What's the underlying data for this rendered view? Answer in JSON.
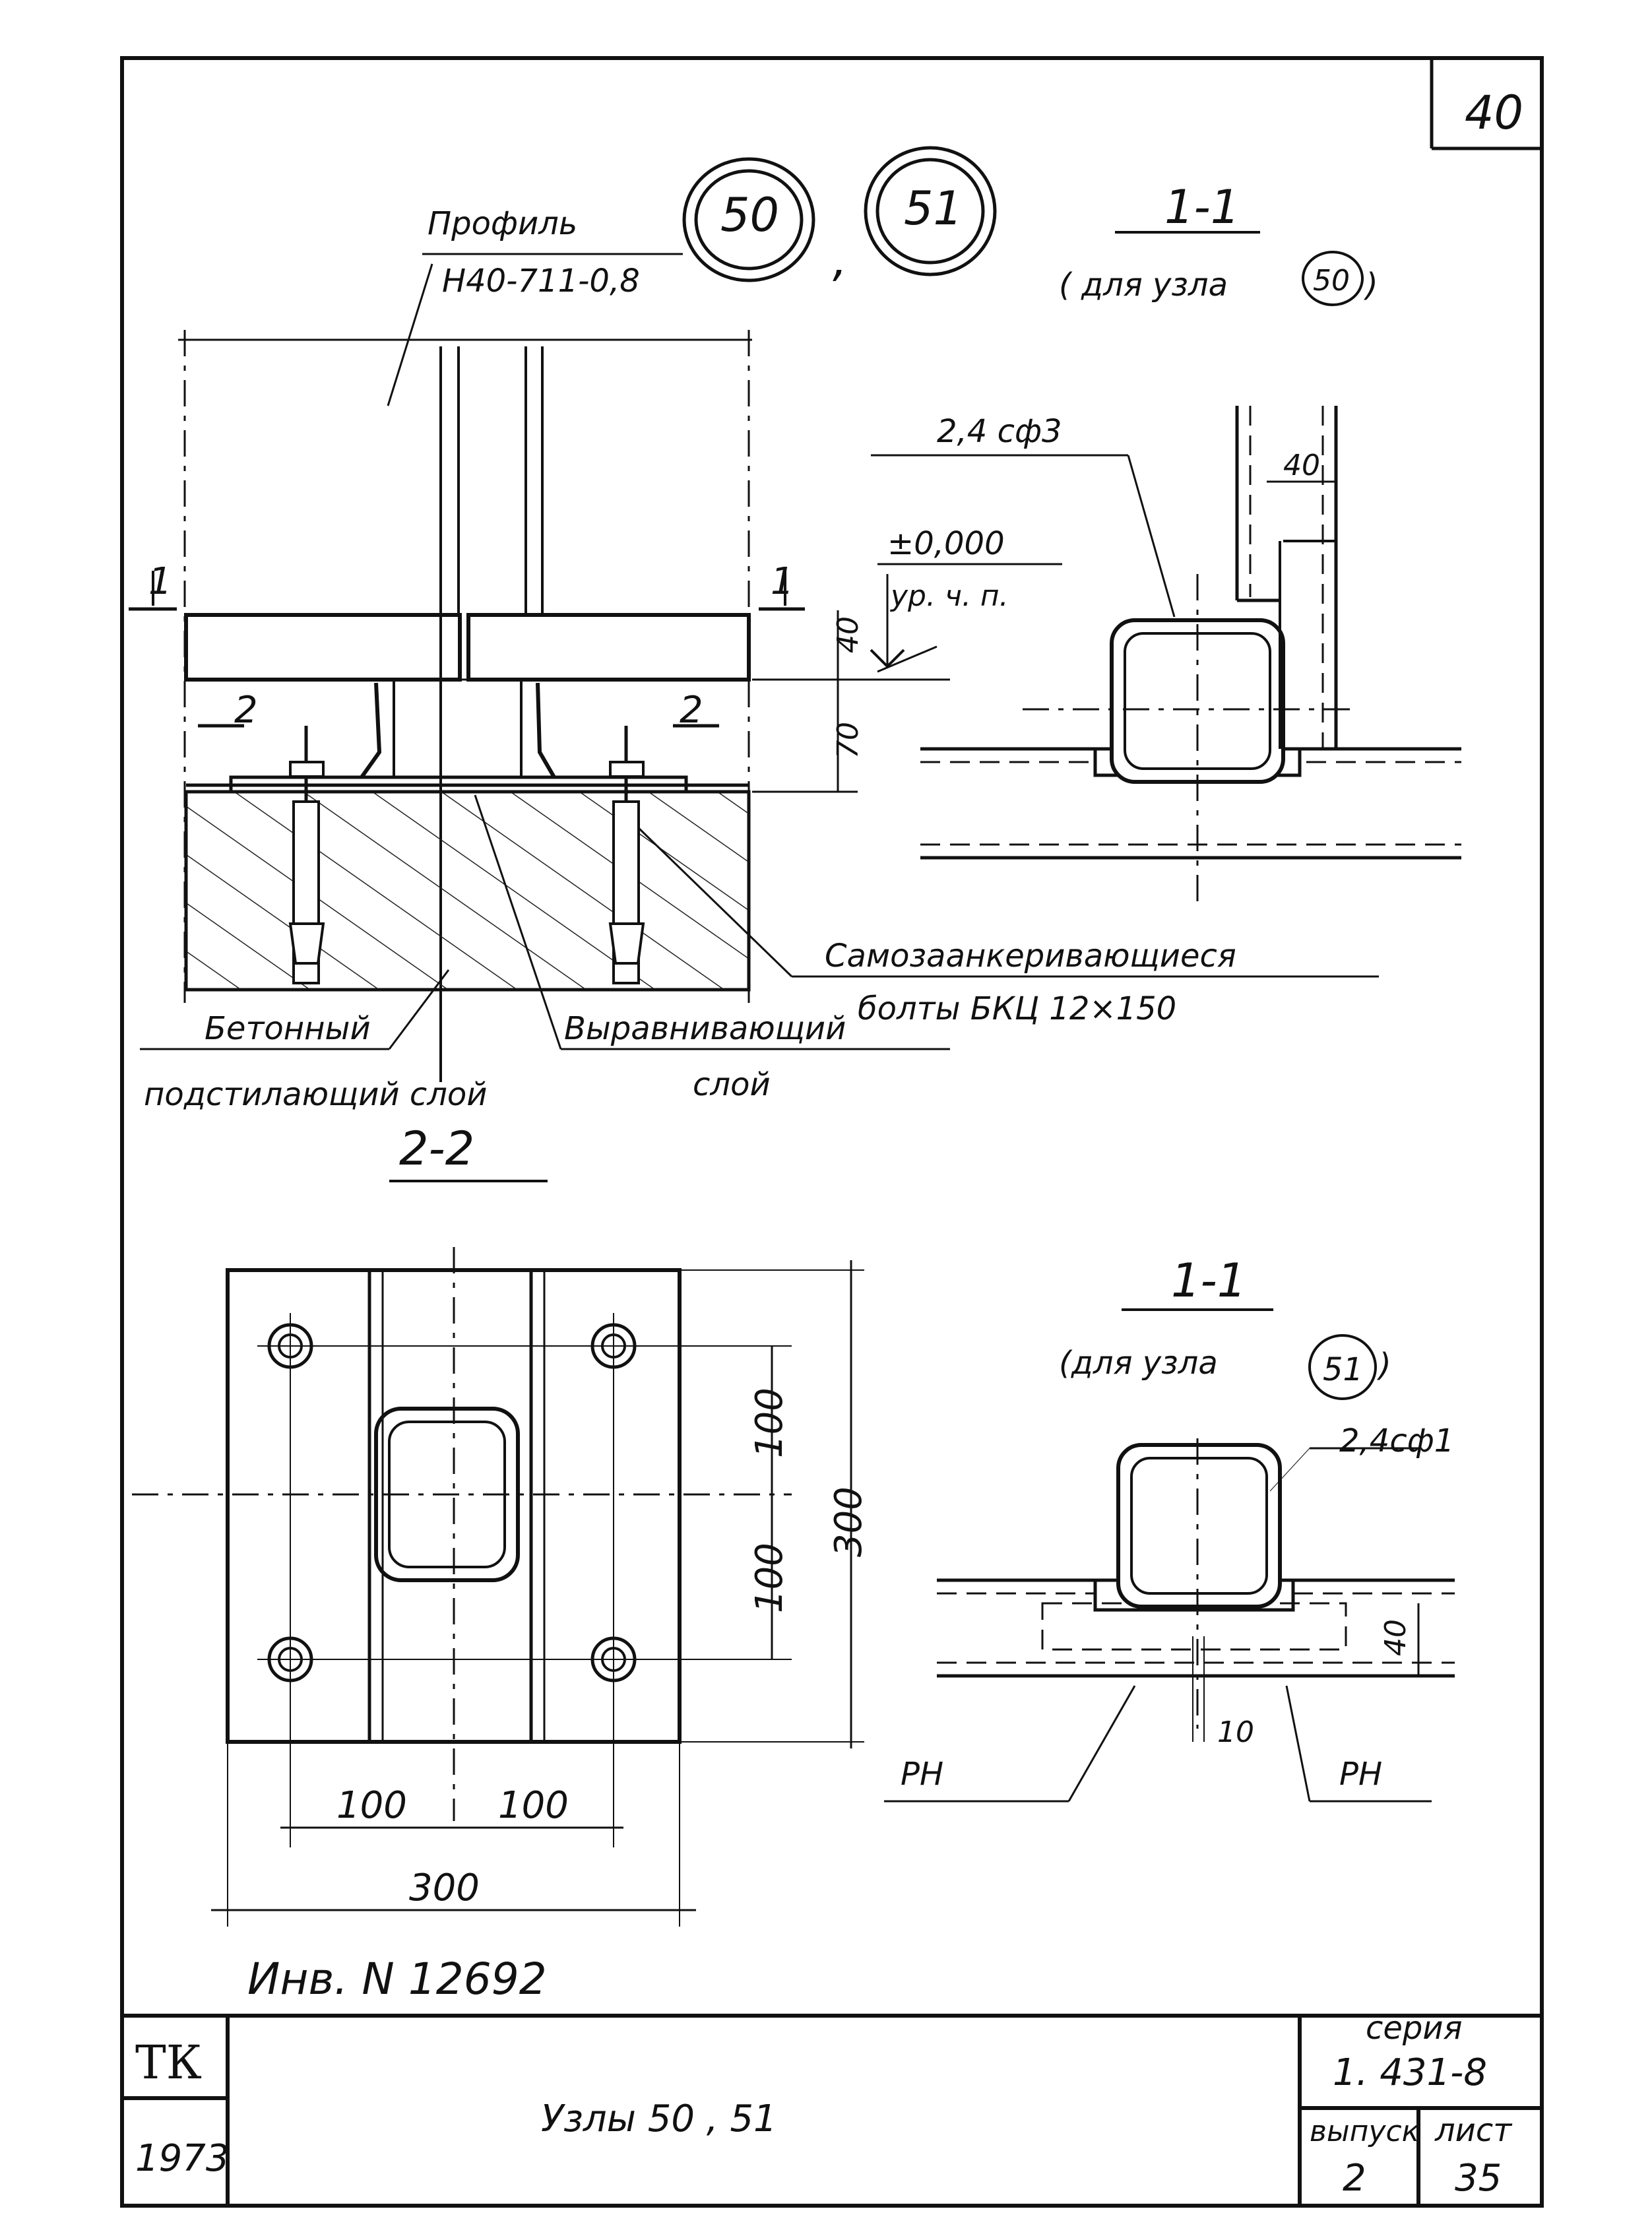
{
  "sheet_number": "40",
  "node_refs": [
    "50",
    "51"
  ],
  "node_sep": ",",
  "profile_label": "Профиль",
  "profile_code": "Н40-711-0,8",
  "section_11": "1-1",
  "section_11_note_a": "( для узла",
  "section_11_ref_a": "50",
  "section_11_note_b": "(для   узла",
  "section_11_ref_b": "51",
  "section_22": "2-2",
  "mark_1": "1",
  "mark_2": "2",
  "weld_top": "2,4 сф3",
  "weld_bottom": "2,4сф1",
  "level_mark": "±0,000",
  "level_note": "ур. ч. п.",
  "dim_40": "40",
  "dim_70": "70",
  "dim_100": "100",
  "dim_300": "300",
  "dim_10": "10",
  "anchor_bolts_1": "Самозаанкеривающиеся",
  "anchor_bolts_2": "болты  БКЦ  12×150",
  "levelling_1": "Выравнивающий",
  "levelling_2": "слой",
  "concrete_1": "Бетонный",
  "concrete_2": "подстилающий  слой",
  "rn_label": "РН",
  "inventory": "Инв. N  12692",
  "title_org": "ТК",
  "title_year": "1973",
  "title_name": "Узлы 50 ,  51",
  "series_label": "серия",
  "series_value": "1. 431-8",
  "issue_label": "выпуск",
  "issue_value": "2",
  "sheet_label": "лист",
  "sheet_value": "35"
}
